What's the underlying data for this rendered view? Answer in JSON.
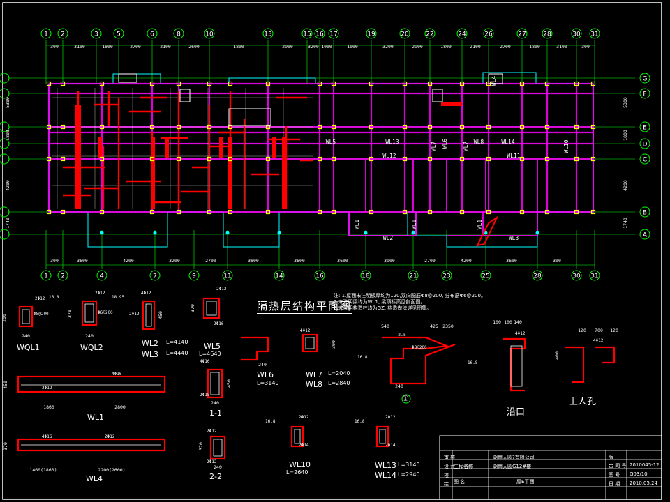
{
  "plan": {
    "title": "隔热层结构平面图",
    "top_axes": [
      "1",
      "2",
      "3",
      "5",
      "6",
      "8",
      "10",
      "13",
      "15",
      "16",
      "17",
      "19",
      "20",
      "22",
      "24",
      "26",
      "27",
      "28",
      "30",
      "31"
    ],
    "top_dims": [
      "300",
      "3100",
      "1800",
      "2700",
      "2100",
      "2600",
      "1800",
      "2900",
      "3200",
      "1000",
      "1000",
      "3200",
      "2900",
      "1800",
      "2100",
      "2700",
      "1800",
      "3100",
      "300"
    ],
    "bottom_axes": [
      "1",
      "2",
      "4",
      "7",
      "9",
      "11",
      "14",
      "16",
      "18",
      "21",
      "23",
      "25",
      "28",
      "30",
      "31"
    ],
    "bottom_dims": [
      "300",
      "3600",
      "4200",
      "3200",
      "2700",
      "3800",
      "3600",
      "3600",
      "3900",
      "2700",
      "4200",
      "3600",
      "300"
    ],
    "row_axes_right": [
      "G",
      "F",
      "E",
      "D",
      "C",
      "B",
      "A"
    ],
    "row_dims_left": [
      "5300",
      "1800",
      "4200",
      "1740"
    ],
    "beam_labels": [
      "WL5",
      "WL13",
      "WL7",
      "WL6",
      "WL7",
      "WL14",
      "WL10",
      "WL12",
      "WL11",
      "WL1",
      "WL1",
      "WL2",
      "WL1",
      "WL3",
      "WL8",
      "WL4"
    ],
    "notes": [
      "注: 1.屋面未注明板厚均为120,双向配筋Φ8@200, 分布筋Φ6@200。",
      "2.未注明梁均为WL1, 梁顶标高见剖面图。",
      "3.未注明构造柱均为GZ, 构造做法详见图集。"
    ]
  },
  "details": {
    "wql1": {
      "name": "WQL1",
      "dim1": "240",
      "dim2": "200",
      "rebar1": "2Φ12",
      "rebar2": "Φ8@200",
      "level": "16.8"
    },
    "wql2": {
      "name": "WQL2",
      "dim1": "240",
      "dim2": "370",
      "rebar1": "2Φ12",
      "rebar2": "Φ6@200"
    },
    "wl2": {
      "name": "WL2",
      "len": "L=4140",
      "level": "18.95",
      "rebar1": "4Φ12",
      "rebar2": "2Φ12",
      "dim": "450"
    },
    "wl3": {
      "name": "WL3",
      "len": "L=4440"
    },
    "wl5": {
      "name": "WL5",
      "len": "L=4640",
      "rebar1": "2Φ12",
      "rebar2": "2Φ16",
      "dim": "370"
    },
    "wl6": {
      "name": "WL6",
      "len": "L=3140",
      "dim": "240"
    },
    "wl7": {
      "name": "WL7",
      "len": "L=2040",
      "rebar": "4Φ12",
      "dim": "300"
    },
    "wl8": {
      "name": "WL8",
      "len": "L=2840"
    },
    "wl1": {
      "name": "WL1",
      "dims": [
        "1860",
        "2800"
      ],
      "rebar1": "2Φ12",
      "rebar2": "4Φ16",
      "dim": "450"
    },
    "wl4": {
      "name": "WL4",
      "dims": [
        "1460(1860)",
        "2200(2600)"
      ],
      "rebar1": "4Φ16",
      "rebar2": "2Φ12",
      "dim": "370"
    },
    "s11": {
      "name": "1-1",
      "dims": [
        "240"
      ],
      "rebar1": "4Φ16",
      "rebar2": "2Φ18",
      "dim": "450"
    },
    "s22": {
      "name": "2-2",
      "dims": [
        "240"
      ],
      "rebar1": "2Φ12",
      "rebar2": "2Φ12",
      "dim": "370"
    },
    "wl10": {
      "name": "WL10",
      "len": "L=2640",
      "rebar1": "2Φ12",
      "rebar2": "2Φ14",
      "level": "16.8"
    },
    "wl13": {
      "name": "WL13",
      "len": "L=3140",
      "rebar1": "2Φ12",
      "rebar2": "2Φ14",
      "level": "16.8"
    },
    "wl14": {
      "name": "WL14",
      "len": "L=2940"
    },
    "eave": {
      "name": "沿口",
      "dims": [
        "100",
        "100",
        "140"
      ],
      "rebar": "4Φ12",
      "level": "16.8"
    },
    "manhole": {
      "name": "上人孔",
      "dims": [
        "120",
        "700",
        "120"
      ],
      "rebar": "4Φ12",
      "dim": "400"
    },
    "canopy": {
      "name": "①",
      "dims": [
        "540",
        "425",
        "2350",
        "2.5"
      ],
      "rebar": "Φ8@200",
      "level": "16.8",
      "dim2": "240"
    }
  },
  "title_block": {
    "company": "湖南天圆?有限公司",
    "project_label": "工程名称",
    "project": "湖南天圆G12#楼",
    "drawing": "屋E平面",
    "drawing_label": "图 名",
    "contract_label": "合 同 号",
    "contract": "2010045-12",
    "sheet_label": "图 号",
    "sheet": "G03/10",
    "date_label": "日 期",
    "date": "2010.05.24",
    "version_label": "版",
    "check_labels": [
      "审 核",
      "设 计",
      "校",
      "绘"
    ]
  },
  "colors": {
    "background": "#000000",
    "axis": "#00ff00",
    "beam": "#ff0000",
    "slab": "#ffffff",
    "column": "#ffff00",
    "wall": "#ff00ff",
    "dim": "#00ffff"
  }
}
